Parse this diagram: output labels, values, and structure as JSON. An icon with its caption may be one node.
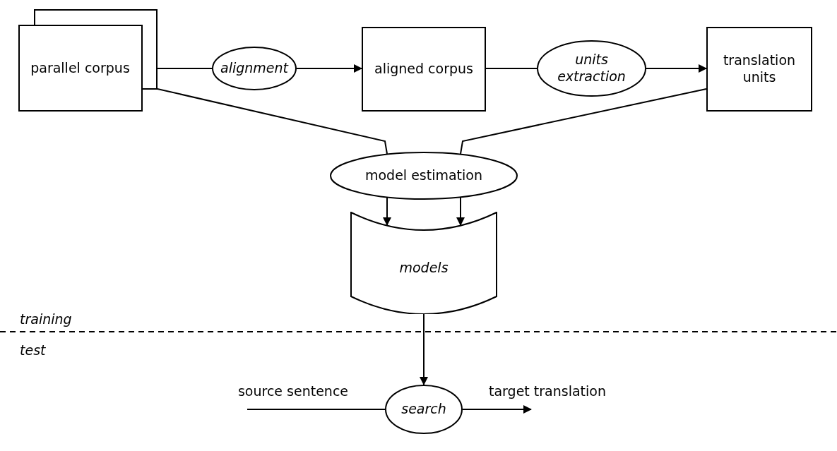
{
  "diagram": {
    "nodes": [
      {
        "text": [
          "parallel corpus"
        ]
      },
      {
        "text": [
          "alignment"
        ]
      },
      {
        "text": [
          "aligned corpus"
        ]
      },
      {
        "text": [
          "units extraction"
        ]
      },
      {
        "text": [
          "translation units"
        ]
      },
      {
        "text": [
          "model estimation"
        ]
      },
      {
        "text": [
          "models"
        ]
      },
      {
        "text": [
          "search"
        ]
      }
    ],
    "edges": [
      {
        "from": 0,
        "to": 1,
        "arrow": "none"
      },
      {
        "from": 1,
        "to": 2,
        "arrow": "to"
      },
      {
        "from": 2,
        "to": 3,
        "arrow": "none"
      },
      {
        "from": 3,
        "to": 4,
        "arrow": "to"
      },
      {
        "from": 0,
        "to": 5,
        "arrow": "none"
      },
      {
        "from": 4,
        "to": 5,
        "arrow": "none"
      },
      {
        "from": 5,
        "to": 6,
        "arrow": "to"
      },
      {
        "from": 5,
        "to": 6,
        "arrow": "to"
      },
      {
        "from": 6,
        "to": 7,
        "arrow": "to"
      },
      {
        "from": null,
        "to": 7,
        "arrow": "none",
        "label": "source sentence"
      },
      {
        "from": 7,
        "to": null,
        "arrow": "to",
        "label": "target translation"
      }
    ],
    "labels": [
      "training",
      "test"
    ]
  }
}
